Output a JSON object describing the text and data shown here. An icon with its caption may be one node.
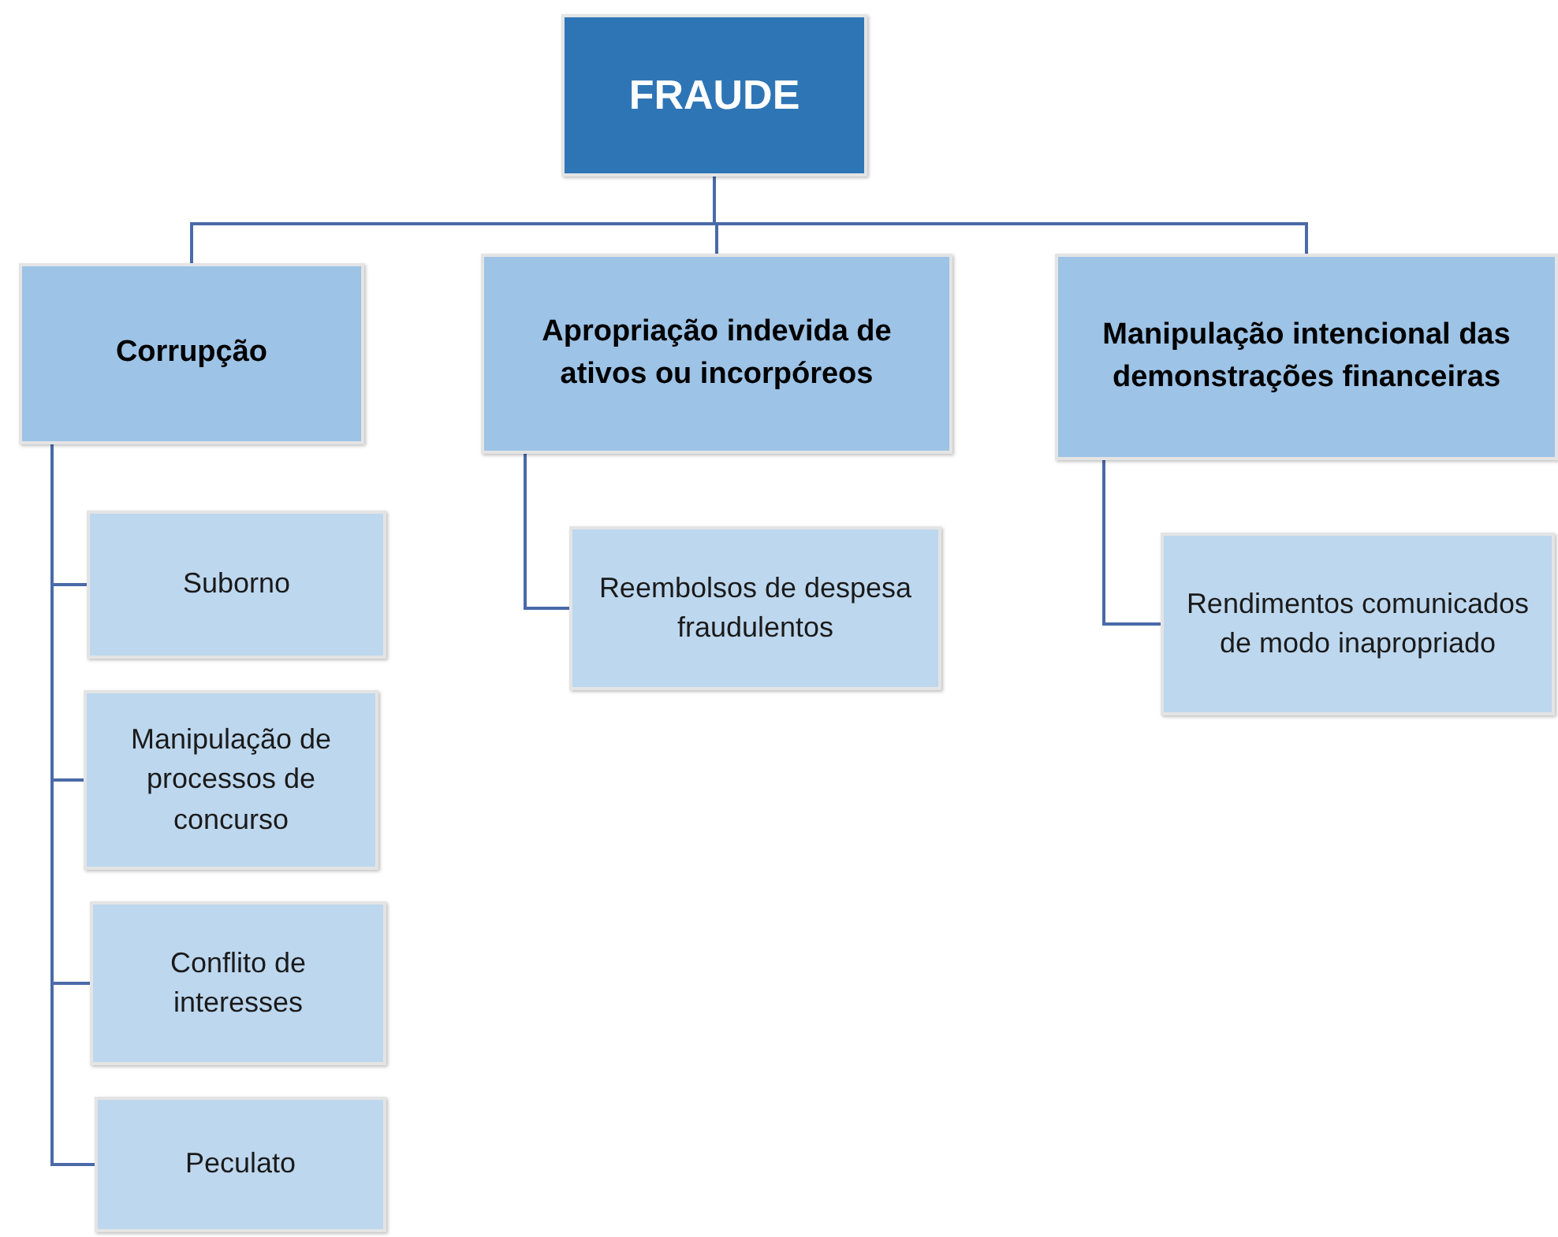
{
  "diagram": {
    "nodes": [
      {
        "text": [
          "FRAUDE"
        ]
      },
      {
        "text": [
          "Corrupção"
        ]
      },
      {
        "text": [
          "Apropriação indevida de ativos ou incorpóreos"
        ]
      },
      {
        "text": [
          "Manipulação intencional das demonstrações financeiras"
        ]
      },
      {
        "text": [
          "Suborno"
        ]
      },
      {
        "text": [
          "Manipulação de processos de concurso"
        ]
      },
      {
        "text": [
          "Conflito de interesses"
        ]
      },
      {
        "text": [
          "Peculato"
        ]
      },
      {
        "text": [
          "Reembolsos de despesa fraudulentos"
        ]
      },
      {
        "text": [
          "Rendimentos comunicados de modo inapropriado"
        ]
      }
    ],
    "edges": [
      {
        "from": 0,
        "to": 1,
        "arrow": "none"
      },
      {
        "from": 0,
        "to": 2,
        "arrow": "none"
      },
      {
        "from": 0,
        "to": 3,
        "arrow": "none"
      },
      {
        "from": 1,
        "to": 4,
        "arrow": "none"
      },
      {
        "from": 1,
        "to": 5,
        "arrow": "none"
      },
      {
        "from": 1,
        "to": 6,
        "arrow": "none"
      },
      {
        "from": 1,
        "to": 7,
        "arrow": "none"
      },
      {
        "from": 2,
        "to": 8,
        "arrow": "none"
      },
      {
        "from": 3,
        "to": 9,
        "arrow": "none"
      }
    ]
  }
}
